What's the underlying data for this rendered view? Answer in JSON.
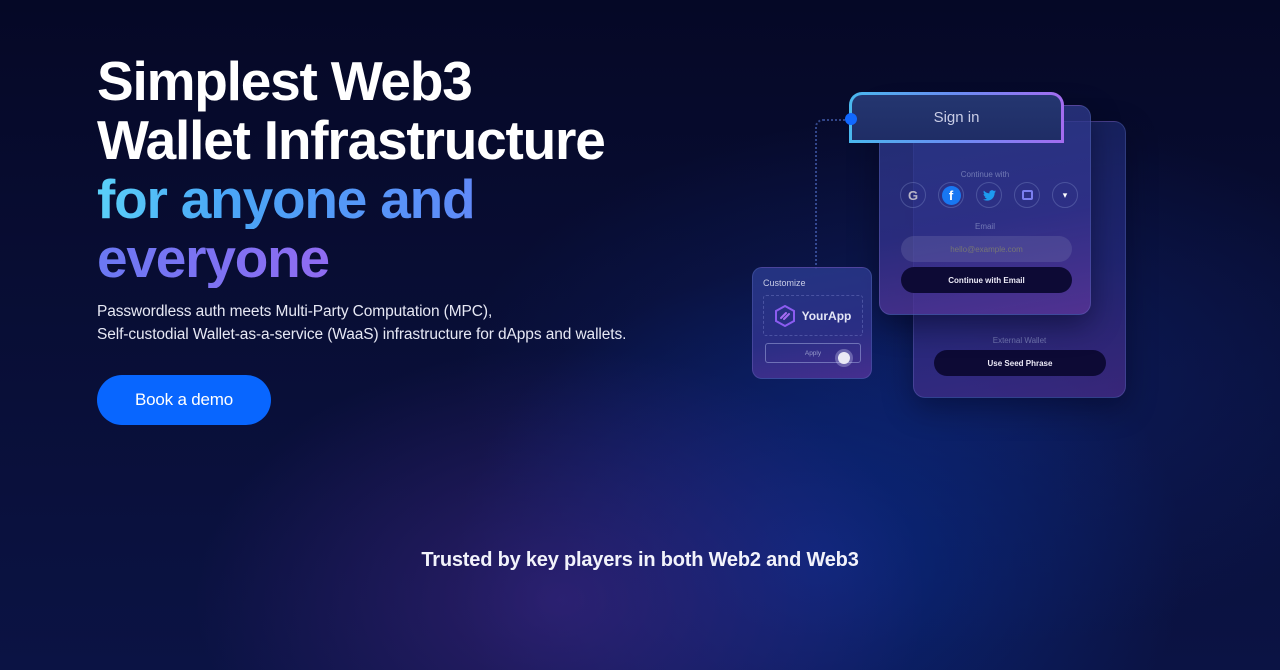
{
  "hero": {
    "title_line1": "Simplest Web3",
    "title_line2": "Wallet Infrastructure",
    "title_line3": "for anyone and",
    "title_line4": "everyone",
    "subtitle_line1": "Passwordless auth meets Multi-Party Computation (MPC),",
    "subtitle_line2": "Self-custodial Wallet-as-a-service (WaaS) infrastructure for dApps and wallets.",
    "cta_label": "Book a demo"
  },
  "illustration": {
    "signin_title": "Sign in",
    "continue_with_label": "Continue with",
    "social_providers": [
      {
        "name": "Google",
        "icon": "google-icon",
        "glyph": "G",
        "color": "#b9b6c8"
      },
      {
        "name": "Facebook",
        "icon": "facebook-icon",
        "glyph": "f",
        "color": "#ffffff",
        "bg": "#1877f2"
      },
      {
        "name": "Twitter",
        "icon": "twitter-icon",
        "glyph": "🐦",
        "color": "#1d9bf0"
      },
      {
        "name": "Discord",
        "icon": "discord-icon",
        "glyph": "▣",
        "color": "#7b7ff0"
      },
      {
        "name": "More",
        "icon": "chevron-down-icon",
        "glyph": "▾",
        "color": "#ffffff"
      }
    ],
    "email_label": "Email",
    "email_placeholder": "hello@example.com",
    "continue_email_label": "Continue with Email",
    "external_wallet_label": "External Wallet",
    "seed_phrase_label": "Use Seed Phrase",
    "customize_title": "Customize",
    "app_name": "YourApp",
    "apply_label": "Apply"
  },
  "trusted": {
    "text": "Trusted by key players in both Web2 and Web3"
  },
  "colors": {
    "primary_button": "#0866ff",
    "background": "#050a2c",
    "gradient_cyan": "#5ad0f8",
    "gradient_purple": "#b06cf0"
  }
}
